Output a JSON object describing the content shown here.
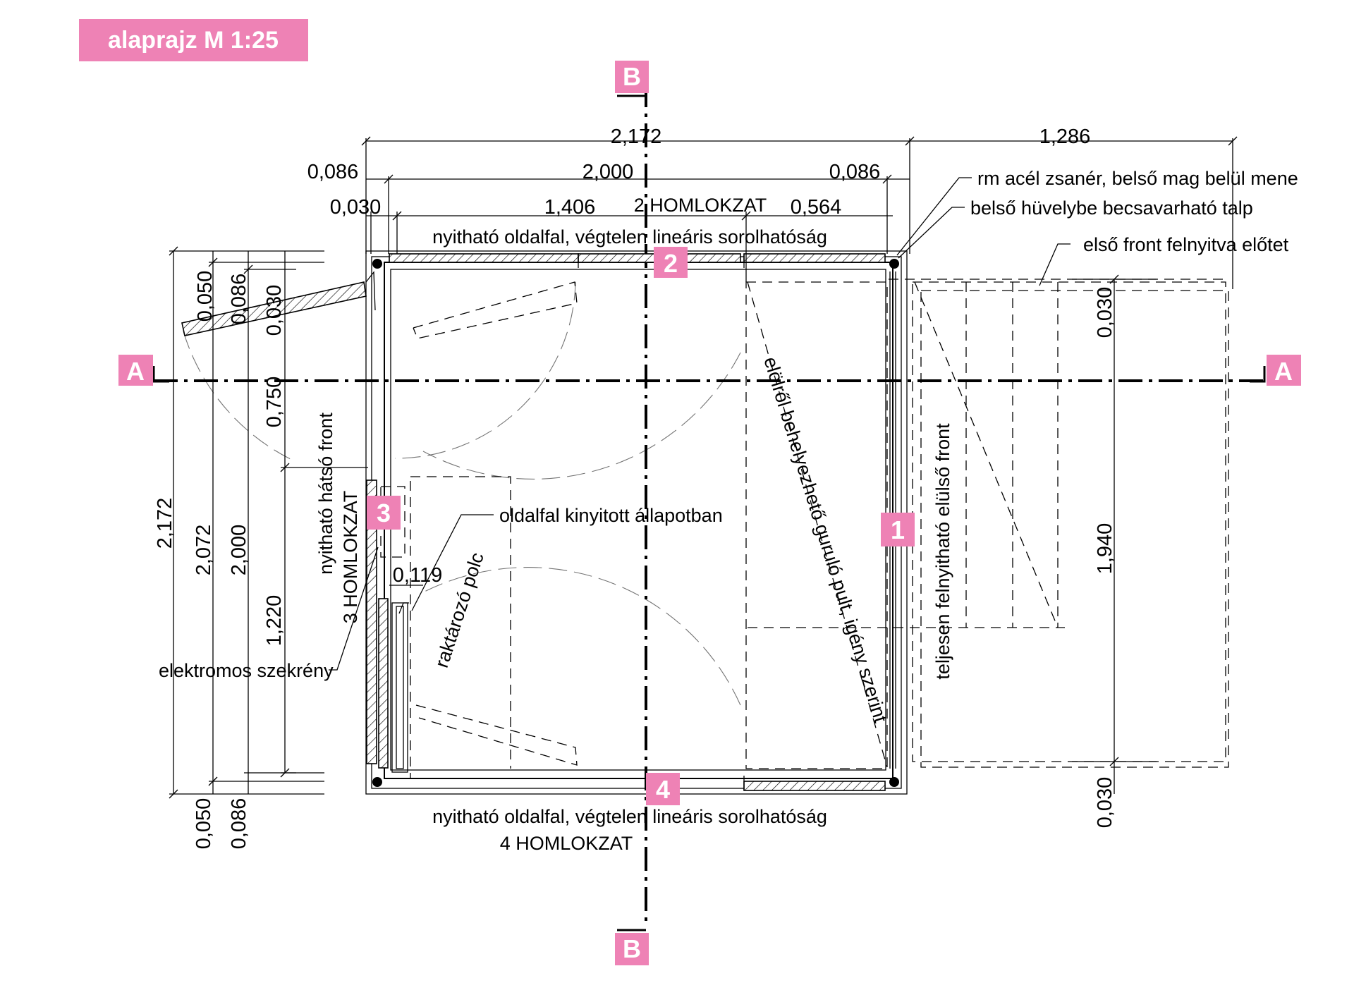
{
  "title": "alaprajz M 1:25",
  "sections": {
    "a_left": "A",
    "a_right": "A",
    "b_top": "B",
    "b_bottom": "B"
  },
  "facade_markers": [
    "1",
    "2",
    "3",
    "4"
  ],
  "dimensions": {
    "top_total": "2,172",
    "top_right_ext": "1,286",
    "top_left_086": "0,086",
    "top_2000": "2,000",
    "top_right_086": "0,086",
    "top_left_030": "0,030",
    "top_1406": "1,406",
    "top_564": "0,564",
    "left_050": "0,050",
    "left_086": "0,086",
    "left_030": "0,030",
    "left_750": "0,750",
    "left_2172": "2,172",
    "left_2072": "2,072",
    "left_2000": "2,000",
    "left_1220": "1,220",
    "bottom_050": "0,050",
    "bottom_086": "0,086",
    "inner_119": "0,119",
    "right_030_top": "0,030",
    "right_1940": "1,940",
    "right_030_bottom": "0,030"
  },
  "labels": {
    "facade_2": "2 HOMLOKZAT",
    "facade_2_wall": "nyitható oldalfal, végtelen lineáris sorolhatóság",
    "facade_4_wall": "nyitható oldalfal, végtelen lineáris sorolhatóság",
    "facade_4": "4 HOMLOKZAT",
    "hinge_note": "rm acél zsanér, belső mag belül mene",
    "foot_note": "belső hüvelybe becsavarható talp",
    "front_open_note": "első front felnyitva előtet",
    "rear_front": "nyitható hátsó front",
    "facade_3": "3 HOMLOKZAT",
    "side_open": "oldalfal kinyitott állapotban",
    "storage_shelf": "raktározó polc",
    "electric_cabinet": "elektromos szekrény",
    "counter": "elölről behelyezhető guruló pult, igény szerint",
    "front_open_full": "teljesen felnyitható elülső front"
  },
  "colors": {
    "accent": "#ee82b5",
    "line": "#000000",
    "background": "#ffffff"
  }
}
